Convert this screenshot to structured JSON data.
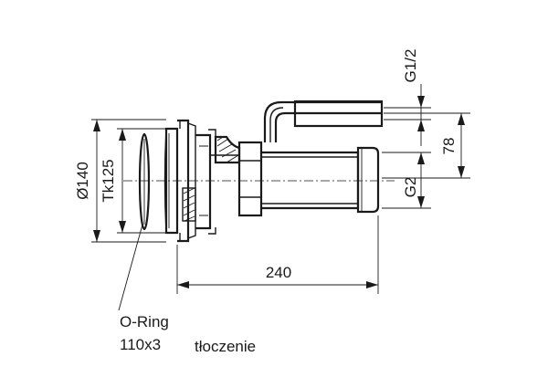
{
  "drawing": {
    "dimensions": {
      "outer_diameter": "Ø140",
      "pitch_circle": "Tk125",
      "length": "240",
      "offset": "78",
      "thread_small": "G1/2",
      "thread_large": "G2"
    },
    "notes": {
      "oring_line1": "O-Ring",
      "oring_line2": "110x3",
      "embossing": "tłoczenie"
    }
  }
}
